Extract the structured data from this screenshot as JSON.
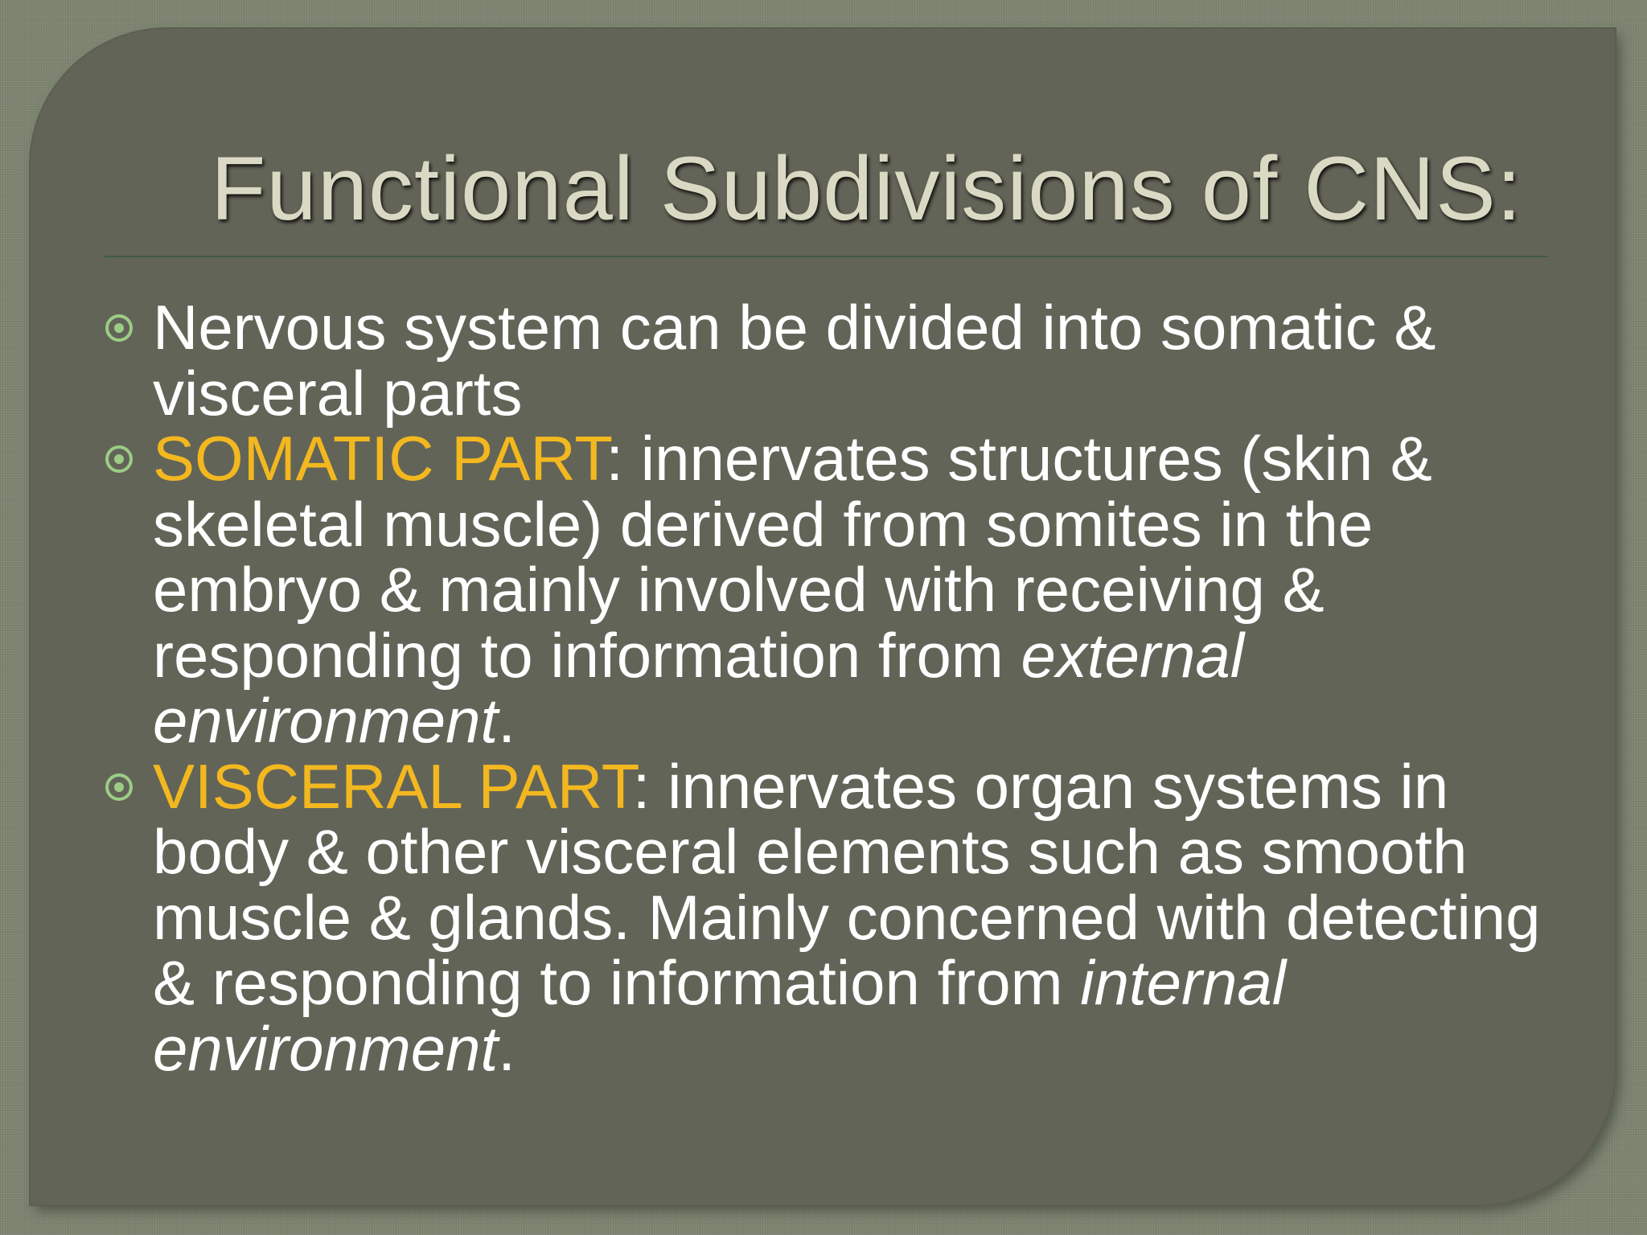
{
  "slide": {
    "title": "Functional Subdivisions of CNS:",
    "bullets": [
      {
        "text": "Nervous system can be divided into somatic & visceral parts"
      },
      {
        "term": "SOMATIC PART",
        "text_before_em": ": innervates structures (skin & skeletal muscle) derived from somites in the embryo & mainly involved with receiving & responding to information from ",
        "em": "external environment",
        "text_after_em": "."
      },
      {
        "term": "VISCERAL PART",
        "text_before_em": ": innervates organ systems in body & other visceral elements such as smooth muscle & glands. Mainly concerned with detecting & responding to information from ",
        "em": "internal environment",
        "text_after_em": "."
      }
    ]
  },
  "colors": {
    "background": "#7d8571",
    "panel": "#636458",
    "title": "#dadac4",
    "body_text": "#ffffff",
    "highlight": "#f3b81f",
    "bullet_icon": "#9ccc85",
    "rule": "#3f5a45"
  },
  "icons": {
    "bullet": "circle-dot-bullet-icon"
  }
}
